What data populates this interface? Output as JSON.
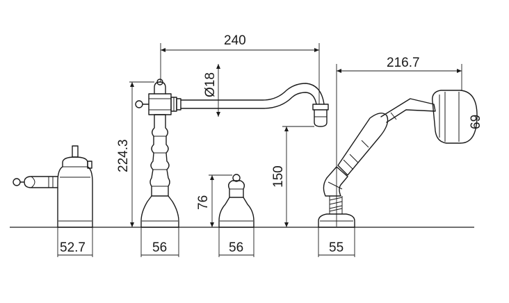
{
  "dimensions": {
    "spout_reach": "240",
    "spout_diameter": "Ø18",
    "spout_height": "224.3",
    "outlet_height": "150",
    "valve_height": "76",
    "handshower_reach": "216.7",
    "handshower_head": "69",
    "lever_base_width": "52.7",
    "spout_base_width": "56",
    "valve_base_width": "56",
    "handshower_base_width": "55"
  },
  "colors": {
    "line": "#1a1a1a",
    "background": "#ffffff"
  }
}
